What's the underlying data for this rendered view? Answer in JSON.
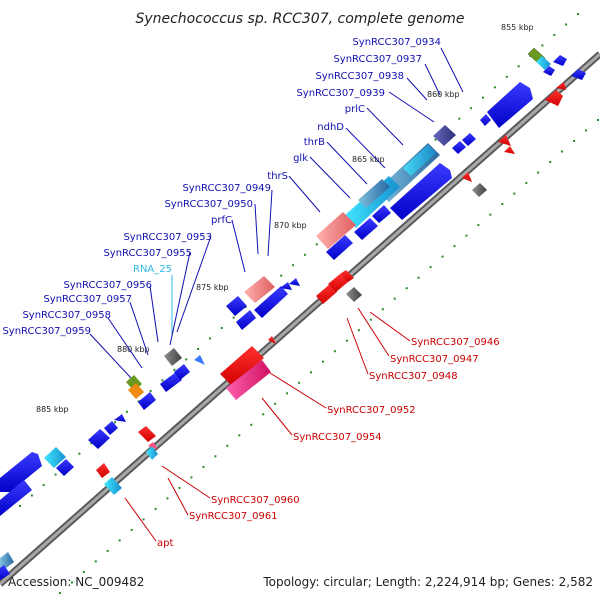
{
  "title": "Synechococcus sp. RCC307, complete genome",
  "footer": {
    "accession": "Accession: NC_009482",
    "summary": "Topology: circular; Length: 2,224,914 bp; Genes: 2,582"
  },
  "ticks": [
    "855 kbp",
    "860 kbp",
    "865 kbp",
    "870 kbp",
    "875 kbp",
    "880 kbp",
    "885 kbp"
  ],
  "labels_forward": [
    "SynRCC307_0934",
    "SynRCC307_0937",
    "SynRCC307_0938",
    "SynRCC307_0939",
    "prlC",
    "ndhD",
    "thrB",
    "glk",
    "thrS",
    "SynRCC307_0949",
    "SynRCC307_0950",
    "prfC",
    "SynRCC307_0953",
    "SynRCC307_0955",
    "RNA_25",
    "SynRCC307_0956",
    "SynRCC307_0957",
    "SynRCC307_0958",
    "SynRCC307_0959"
  ],
  "labels_reverse": [
    "SynRCC307_0946",
    "SynRCC307_0947",
    "SynRCC307_0948",
    "SynRCC307_0952",
    "SynRCC307_0954",
    "SynRCC307_0960",
    "SynRCC307_0961",
    "apt"
  ],
  "colors": {
    "forward_gene": "#0000e6",
    "reverse_gene": "#ee0000",
    "forward_label": "#1010b0",
    "reverse_label": "#cc0000",
    "rna_label": "#30b8e8",
    "backbone": "#8a8a8a",
    "tick_dot": "#2a8a2a"
  }
}
